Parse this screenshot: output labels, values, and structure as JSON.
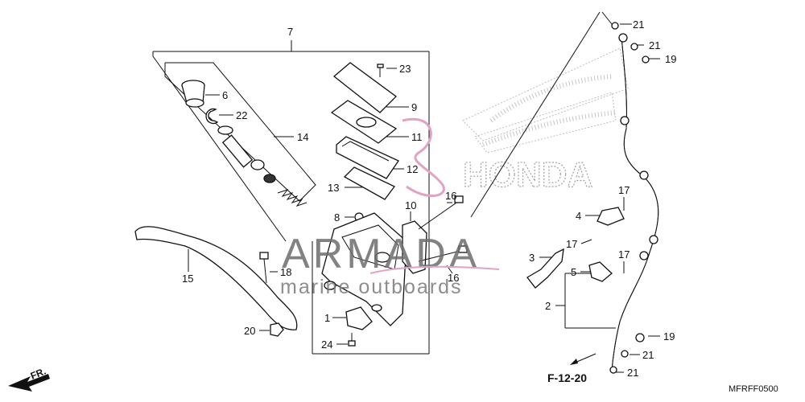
{
  "watermark": {
    "brand": "ARMADA",
    "sub": "marine outboards",
    "logo_text": "HONDA",
    "accent": "#e0a3c4"
  },
  "labels": {
    "p1": "1",
    "p2": "2",
    "p3": "3",
    "p4": "4",
    "p5": "5",
    "p6": "6",
    "p7": "7",
    "p8": "8",
    "p9": "9",
    "p10": "10",
    "p11": "11",
    "p12": "12",
    "p13": "13",
    "p14": "14",
    "p15": "15",
    "p16a": "16",
    "p16b": "16",
    "p17a": "17",
    "p17b": "17",
    "p17c": "17",
    "p18": "18",
    "p19a": "19",
    "p19b": "19",
    "p20": "20",
    "p21a": "21",
    "p21b": "21",
    "p21c": "21",
    "p21d": "21",
    "p22": "22",
    "p23": "23",
    "p24": "24"
  },
  "reference": "F-12-20",
  "direction": "FR.",
  "diagram_code": "MFRFF0500"
}
